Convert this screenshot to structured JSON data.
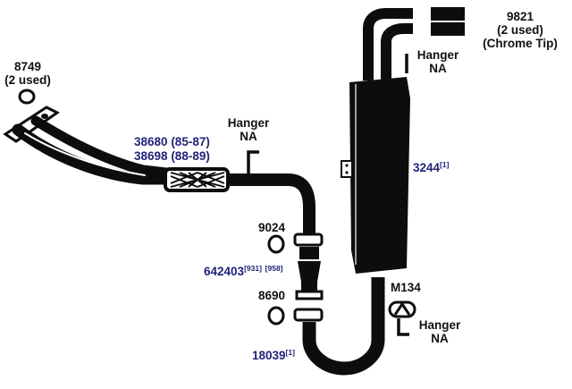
{
  "colors": {
    "pipe": "#0d0d0d",
    "part_number_blue": "#23237a",
    "text_black": "#111111",
    "background": "#ffffff"
  },
  "labels": {
    "clamp_8749": {
      "number": "8749",
      "qty": "(2 used)"
    },
    "tip_9821": {
      "number": "9821",
      "qty": "(2 used)",
      "note": "(Chrome Tip)"
    },
    "hanger_top": {
      "line1": "Hanger",
      "line2": "NA"
    },
    "hanger_mid": {
      "line1": "Hanger",
      "line2": "NA"
    },
    "hanger_bottom": {
      "line1": "Hanger",
      "line2": "NA"
    },
    "flex_38680": {
      "number": "38680",
      "years": "(85-87)"
    },
    "flex_38698": {
      "number": "38698",
      "years": "(88-89)"
    },
    "muffler_3244": {
      "number": "3244",
      "ref": "[1]"
    },
    "gasket_9024": {
      "number": "9024"
    },
    "pipe_642403": {
      "number": "642403",
      "ref1": "[931]",
      "ref2": "[958]"
    },
    "gasket_8690": {
      "number": "8690"
    },
    "hanger_m134": {
      "number": "M134"
    },
    "pipe_18039": {
      "number": "18039",
      "ref": "[1]"
    }
  }
}
